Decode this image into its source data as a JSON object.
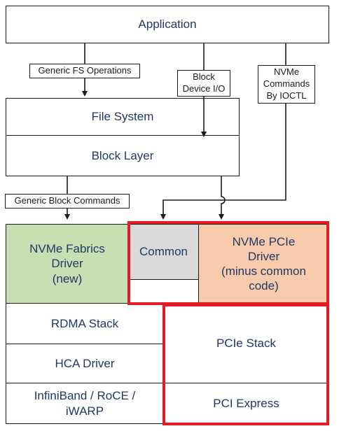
{
  "application": "Application",
  "file_system": "File System",
  "block_layer": "Block Layer",
  "edge_labels": {
    "generic_fs": "Generic FS Operations",
    "block_io": "Block\nDevice I/O",
    "nvme_ioctl": "NVMe\nCommands\nBy IOCTL",
    "generic_block": "Generic Block Commands"
  },
  "fabrics_driver": "NVMe Fabrics\nDriver\n(new)",
  "common": "Common",
  "pcie_driver": "NVMe PCIe\nDriver\n(minus common\ncode)",
  "rdma_stack": "RDMA Stack",
  "hca_driver": "HCA Driver",
  "infiniband": "InfiniBand / RoCE /\niWARP",
  "pcie_stack": "PCIe Stack",
  "pci_express": "PCI Express",
  "colors": {
    "fabrics_fill": "#c6e0b4",
    "common_fill": "#d9d9d9",
    "pcie_fill": "#f8cbad",
    "highlight": "#e41b23",
    "text": "#1f3864"
  }
}
